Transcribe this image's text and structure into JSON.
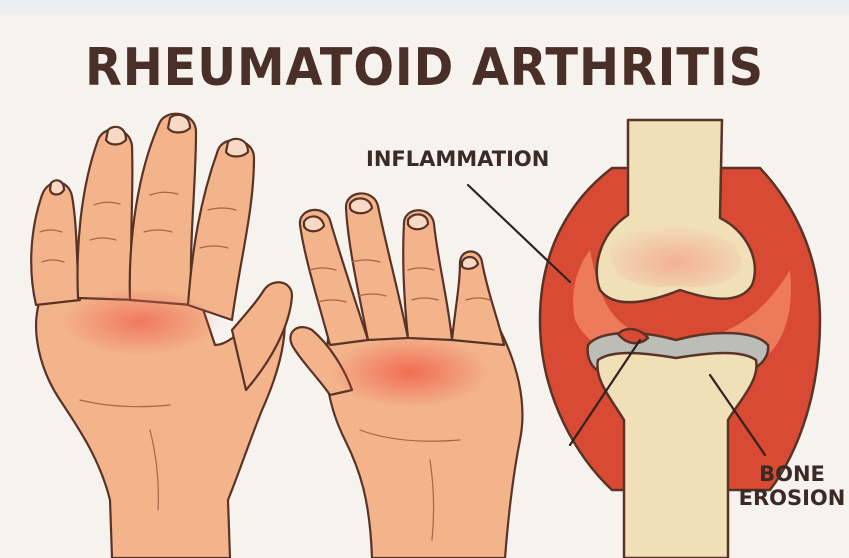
{
  "title": "RHEUMATOID ARTHRITIS",
  "labels": {
    "inflammation": "INFLAMMATION",
    "bone_erosion_line1": "BONE",
    "bone_erosion_line2": "EROSION"
  },
  "colors": {
    "title": "#4a2e28",
    "skin": "#f3b48c",
    "skin_shadow": "#e39a73",
    "inflamed_skin": "#ef7e62",
    "bone": "#f1dfb8",
    "synovium": "#d94a34",
    "cartilage": "#bdbdb7",
    "outline": "#5a3327"
  },
  "icons": [
    "left-hand-illustration",
    "right-hand-illustration",
    "knee-joint-illustration"
  ]
}
